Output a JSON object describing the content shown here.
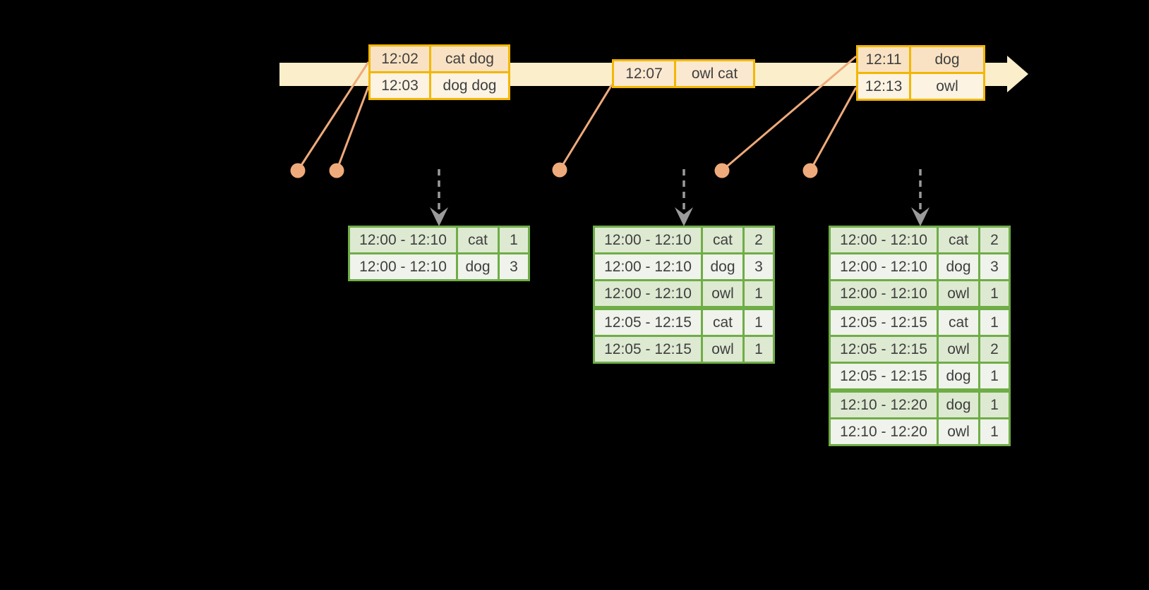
{
  "colors": {
    "bg": "#000000",
    "band": "#FBEFCB",
    "gold": "#F2B705",
    "peach": "#F9E2C3",
    "peach_light": "#FBE8D0",
    "cream": "#FCF3E3",
    "orange_dot": "#EFAA7B",
    "green_border": "#6FAD47",
    "green_dark": "#DEE9D2",
    "green_light": "#EFF3EB",
    "arrow_gray": "#9B9B9B",
    "text": "#3F3F3F"
  },
  "timeline": {
    "event_tables": [
      {
        "rows": [
          {
            "cells": [
              "12:02",
              "cat dog"
            ]
          },
          {
            "cells": [
              "12:03",
              "dog dog"
            ]
          }
        ]
      },
      {
        "rows": [
          {
            "cells": [
              "12:07",
              "owl cat"
            ]
          }
        ]
      },
      {
        "rows": [
          {
            "cells": [
              "12:11",
              "dog"
            ]
          },
          {
            "cells": [
              "12:13",
              "owl"
            ]
          }
        ]
      }
    ]
  },
  "results": {
    "tables": [
      {
        "rows": [
          {
            "cells": [
              "12:00 - 12:10",
              "cat",
              "1"
            ]
          },
          {
            "cells": [
              "12:00 - 12:10",
              "dog",
              "3"
            ]
          }
        ]
      },
      {
        "rows": [
          {
            "cells": [
              "12:00 - 12:10",
              "cat",
              "2"
            ]
          },
          {
            "cells": [
              "12:00 - 12:10",
              "dog",
              "3"
            ]
          },
          {
            "cells": [
              "12:00 - 12:10",
              "owl",
              "1"
            ]
          },
          {
            "cells": [
              "12:05 - 12:15",
              "cat",
              "1"
            ],
            "group_start": true
          },
          {
            "cells": [
              "12:05 - 12:15",
              "owl",
              "1"
            ]
          }
        ]
      },
      {
        "rows": [
          {
            "cells": [
              "12:00 - 12:10",
              "cat",
              "2"
            ]
          },
          {
            "cells": [
              "12:00 - 12:10",
              "dog",
              "3"
            ]
          },
          {
            "cells": [
              "12:00 - 12:10",
              "owl",
              "1"
            ]
          },
          {
            "cells": [
              "12:05 - 12:15",
              "cat",
              "1"
            ],
            "group_start": true
          },
          {
            "cells": [
              "12:05 - 12:15",
              "owl",
              "2"
            ]
          },
          {
            "cells": [
              "12:05 - 12:15",
              "dog",
              "1"
            ]
          },
          {
            "cells": [
              "12:10 - 12:20",
              "dog",
              "1"
            ],
            "group_start": true
          },
          {
            "cells": [
              "12:10 - 12:20",
              "owl",
              "1"
            ]
          }
        ]
      }
    ]
  }
}
